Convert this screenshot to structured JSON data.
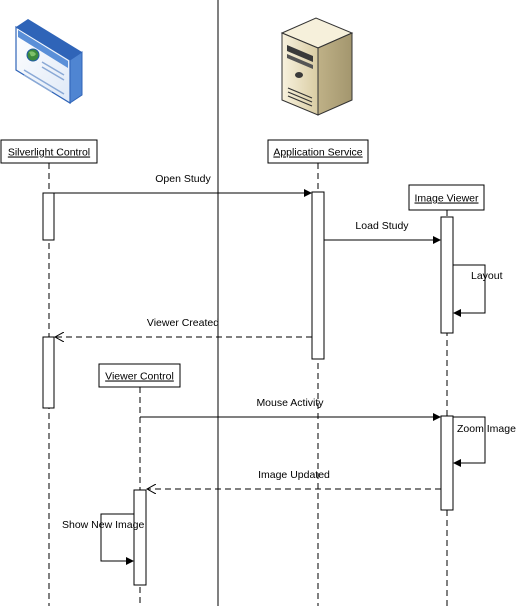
{
  "participants": {
    "silverlight": {
      "label": "Silverlight Control",
      "icon": "browser-window-icon"
    },
    "service": {
      "label": "Application Service",
      "icon": "server-tower-icon"
    },
    "viewer": {
      "label": "Image Viewer"
    },
    "control": {
      "label": "Viewer Control"
    }
  },
  "messages": {
    "open_study": "Open Study",
    "load_study": "Load Study",
    "layout": "Layout",
    "viewer_created": "Viewer Created",
    "mouse_activity": "Mouse Activity",
    "zoom_image": "Zoom Image",
    "image_updated": "Image Updated",
    "show_new_image": "Show New Image"
  },
  "colors": {
    "line": "#000000",
    "icon_blue": "#3b73c4",
    "server_body": "#e9dfbd",
    "server_top": "#f5efd9"
  }
}
